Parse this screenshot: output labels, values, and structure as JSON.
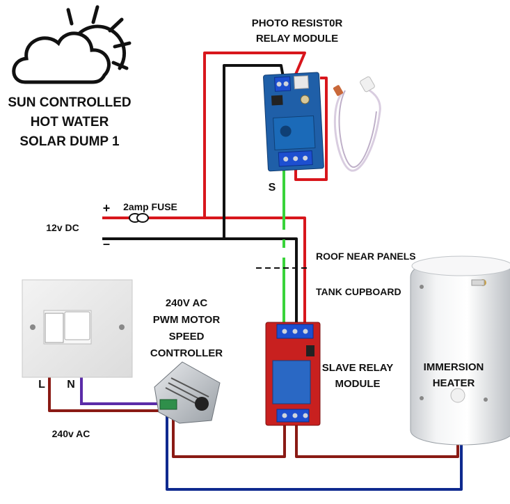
{
  "title": {
    "line1": "SUN CONTROLLED",
    "line2": "HOT WATER",
    "line3": "SOLAR DUMP 1"
  },
  "labels": {
    "photo_resistor_line1": "PHOTO RESIST0R",
    "photo_resistor_line2": "RELAY MODULE",
    "fuse": "2amp FUSE",
    "dc_supply": "12v DC",
    "plus": "+",
    "minus": "–",
    "signal": "S",
    "roof": "ROOF NEAR PANELS",
    "tank": "TANK CUPBOARD",
    "pwm_line1": "240V AC",
    "pwm_line2": "PWM MOTOR",
    "pwm_line3": "SPEED",
    "pwm_line4": "CONTROLLER",
    "slave_line1": "SLAVE RELAY",
    "slave_line2": "MODULE",
    "immersion_line1": "IMMERSION",
    "immersion_line2": "HEATER",
    "live": "L",
    "neutral": "N",
    "ac_supply": "240v AC"
  },
  "colors": {
    "positive_wire": "#d8161c",
    "negative_wire": "#111111",
    "signal_wire": "#39d33a",
    "live_wire": "#8a1a14",
    "neutral_wire": "#5b2ca8",
    "return_wire": "#0f2a8f",
    "relay_board_blue": "#1f5fa8",
    "slave_board_red": "#c8201f",
    "terminal_blue": "#1d4fd0"
  },
  "icons": {
    "sun": "sun-behind-cloud-icon",
    "photoresistor": "photoresistor-sensor-icon",
    "switch": "fused-spur-switch-icon",
    "pwm": "pwm-controller-icon",
    "heater": "hot-water-cylinder-icon"
  }
}
